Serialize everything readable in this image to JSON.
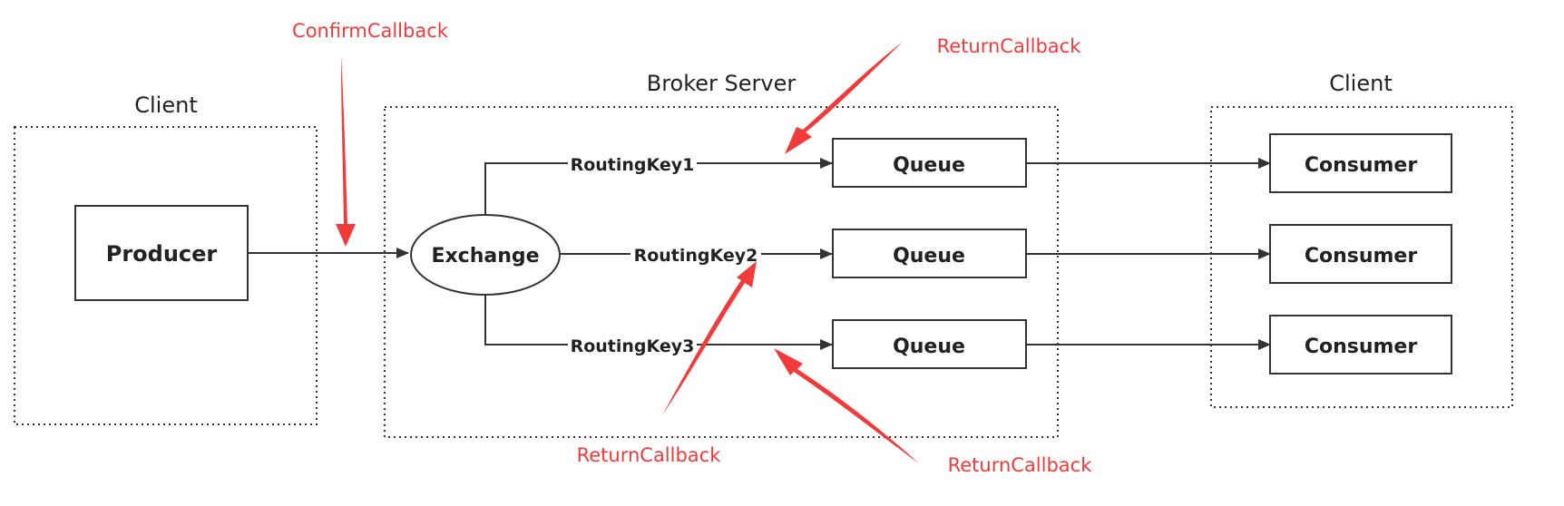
{
  "groups": {
    "client_left": "Client",
    "broker": "Broker Server",
    "client_right": "Client"
  },
  "nodes": {
    "producer": "Producer",
    "exchange": "Exchange",
    "queues": [
      "Queue",
      "Queue",
      "Queue"
    ],
    "consumers": [
      "Consumer",
      "Consumer",
      "Consumer"
    ]
  },
  "routing_keys": [
    "RoutingKey1",
    "RoutingKey2",
    "RoutingKey3"
  ],
  "callbacks": {
    "confirm": "ConfirmCallback",
    "return_top": "ReturnCallback",
    "return_bottom_left": "ReturnCallback",
    "return_bottom_right": "ReturnCallback"
  },
  "colors": {
    "line": "#333333",
    "callback": "#f23a3a",
    "border": "#333333"
  }
}
